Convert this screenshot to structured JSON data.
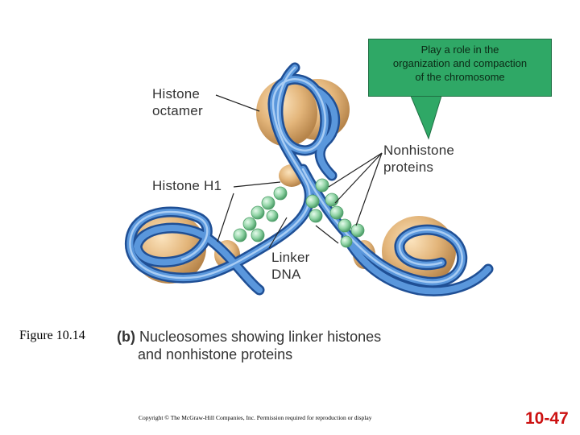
{
  "callout": {
    "lines": [
      "Play a role in the",
      "organization and compaction",
      "of the chromosome"
    ]
  },
  "labels": {
    "histone_octamer": [
      "Histone",
      "octamer"
    ],
    "histone_h1": "Histone H1",
    "nonhistone": [
      "Nonhistone",
      "proteins"
    ],
    "linker": [
      "Linker",
      "DNA"
    ]
  },
  "caption": {
    "figure": "Figure 10.14",
    "part": "(b)",
    "line1": "Nucleosomes showing linker histones",
    "line2": "and nonhistone proteins"
  },
  "copyright": "Copyright © The McGraw-Hill Companies, Inc. Permission required for reproduction or display",
  "slide_number": "10-47",
  "colors": {
    "callout_fill": "#2fa866",
    "dna_blue": "#3a78c8",
    "histone_tan": "#e3b57a",
    "protein_green": "#8fd3a4",
    "slide_number": "#cc1111"
  }
}
